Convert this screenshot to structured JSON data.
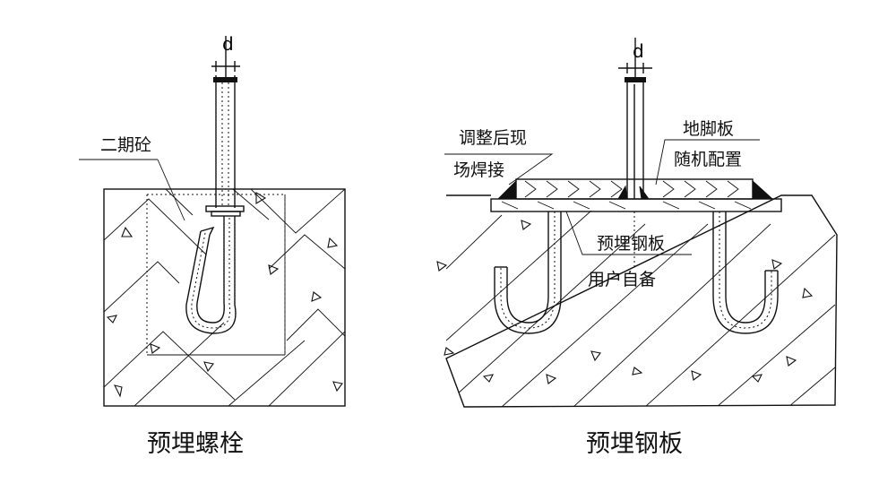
{
  "left_figure": {
    "dimension_label": "d",
    "label_secondary_concrete": "二期砼",
    "caption": "预埋螺栓"
  },
  "right_figure": {
    "dimension_label": "d",
    "label_weld_line1": "调整后现",
    "label_weld_line2": "场焊接",
    "label_baseplate_line1": "地脚板",
    "label_baseplate_line2": "随机配置",
    "label_embedded_plate_line1": "预埋钢板",
    "label_embedded_plate_line2": "用户自备",
    "caption": "预埋钢板"
  }
}
